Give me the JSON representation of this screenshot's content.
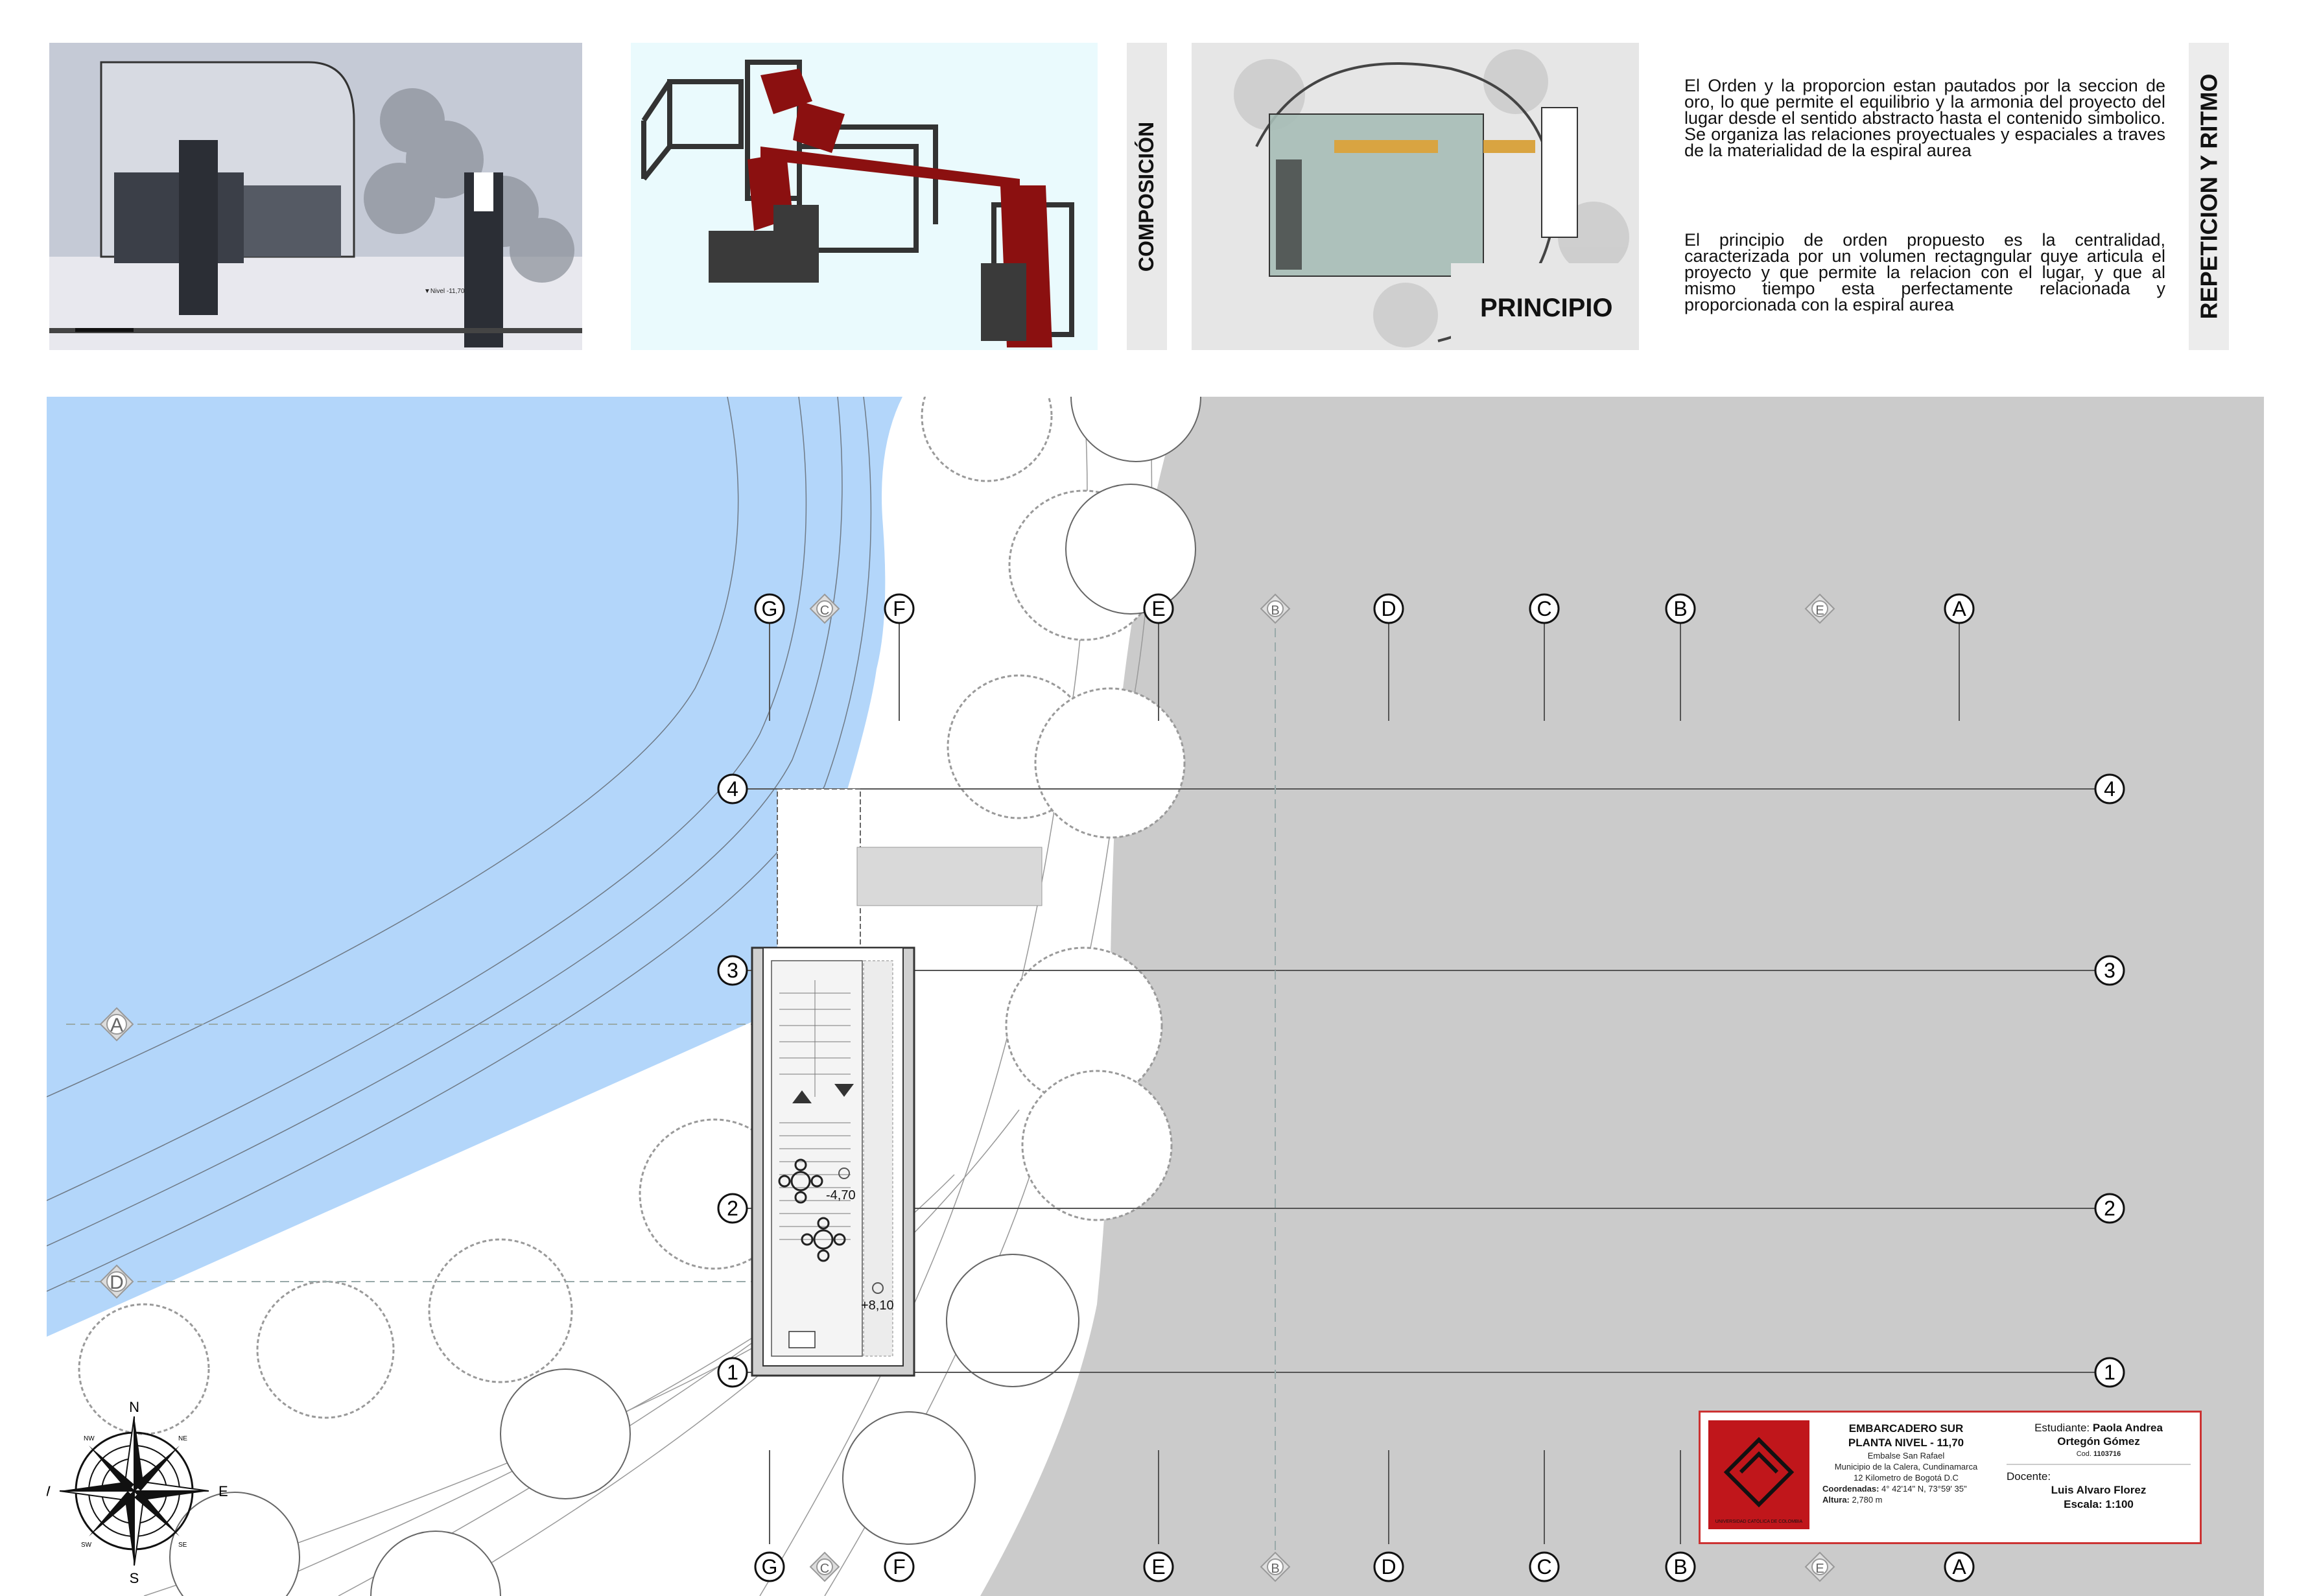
{
  "panels": {
    "section_level_label": "▼Nivel -11,70",
    "composition_label": "COMPOSICIÓN",
    "principle_label": "PRINCIPIO",
    "side_title": "REPETICION Y RITMO",
    "paragraph1": "El Orden y la proporcion estan pautados por la seccion de oro, lo que permite el  equilibrio y la armonia del proyecto del lugar desde el sentido abstracto hasta el contenido simbolico. Se organiza las relaciones proyectuales y espaciales a traves de la materialidad de la espiral aurea",
    "paragraph2": "El principio de orden propuesto es la centralidad, caracterizada por un volumen rectagngular quye articula el proyecto y que permite la relacion con el lugar, y que al  mismo tiempo esta perfectamente relacionada y proporcionada con la espiral aurea"
  },
  "plan": {
    "grid_columns": [
      "G",
      "C",
      "F",
      "E",
      "B",
      "D",
      "C",
      "B",
      "E",
      "A"
    ],
    "grid_rows": [
      "4",
      "3",
      "2",
      "1"
    ],
    "side_markers": [
      "A",
      "D"
    ],
    "levels": [
      "-4,70",
      "+8,10"
    ],
    "compass": {
      "N": "N",
      "S": "S",
      "E": "E",
      "W": "W",
      "NW": "NW",
      "NE": "NE",
      "SW": "SW",
      "SE": "SE"
    },
    "colors": {
      "water": "#b3d6fa",
      "terrain": "#cacaca",
      "accent_red": "#8b1010"
    }
  },
  "title_block": {
    "project": "EMBARCADERO SUR",
    "plan_name": "PLANTA NIVEL - 11,70",
    "location1": "Embalse San Rafael",
    "location2": "Municipio de la Calera, Cundinamarca",
    "location3": "12 Kilometro de Bogotá D.C",
    "coords_label": "Coordenadas:",
    "coords_value": "4° 42'14\" N, 73°59' 35\"",
    "altitude_label": "Altura:",
    "altitude_value": "2,780 m",
    "student_label": "Estudiante:",
    "student_name1": "Paola Andrea",
    "student_name2": "Ortegón Gómez",
    "code_label": "Cod.",
    "code_value": "1103716",
    "teacher_label": "Docente:",
    "teacher_name": "Luis Alvaro Florez",
    "scale": "Escala: 1:100",
    "logo_text": "UNIVERSIDAD CATÓLICA DE COLOMBIA"
  }
}
